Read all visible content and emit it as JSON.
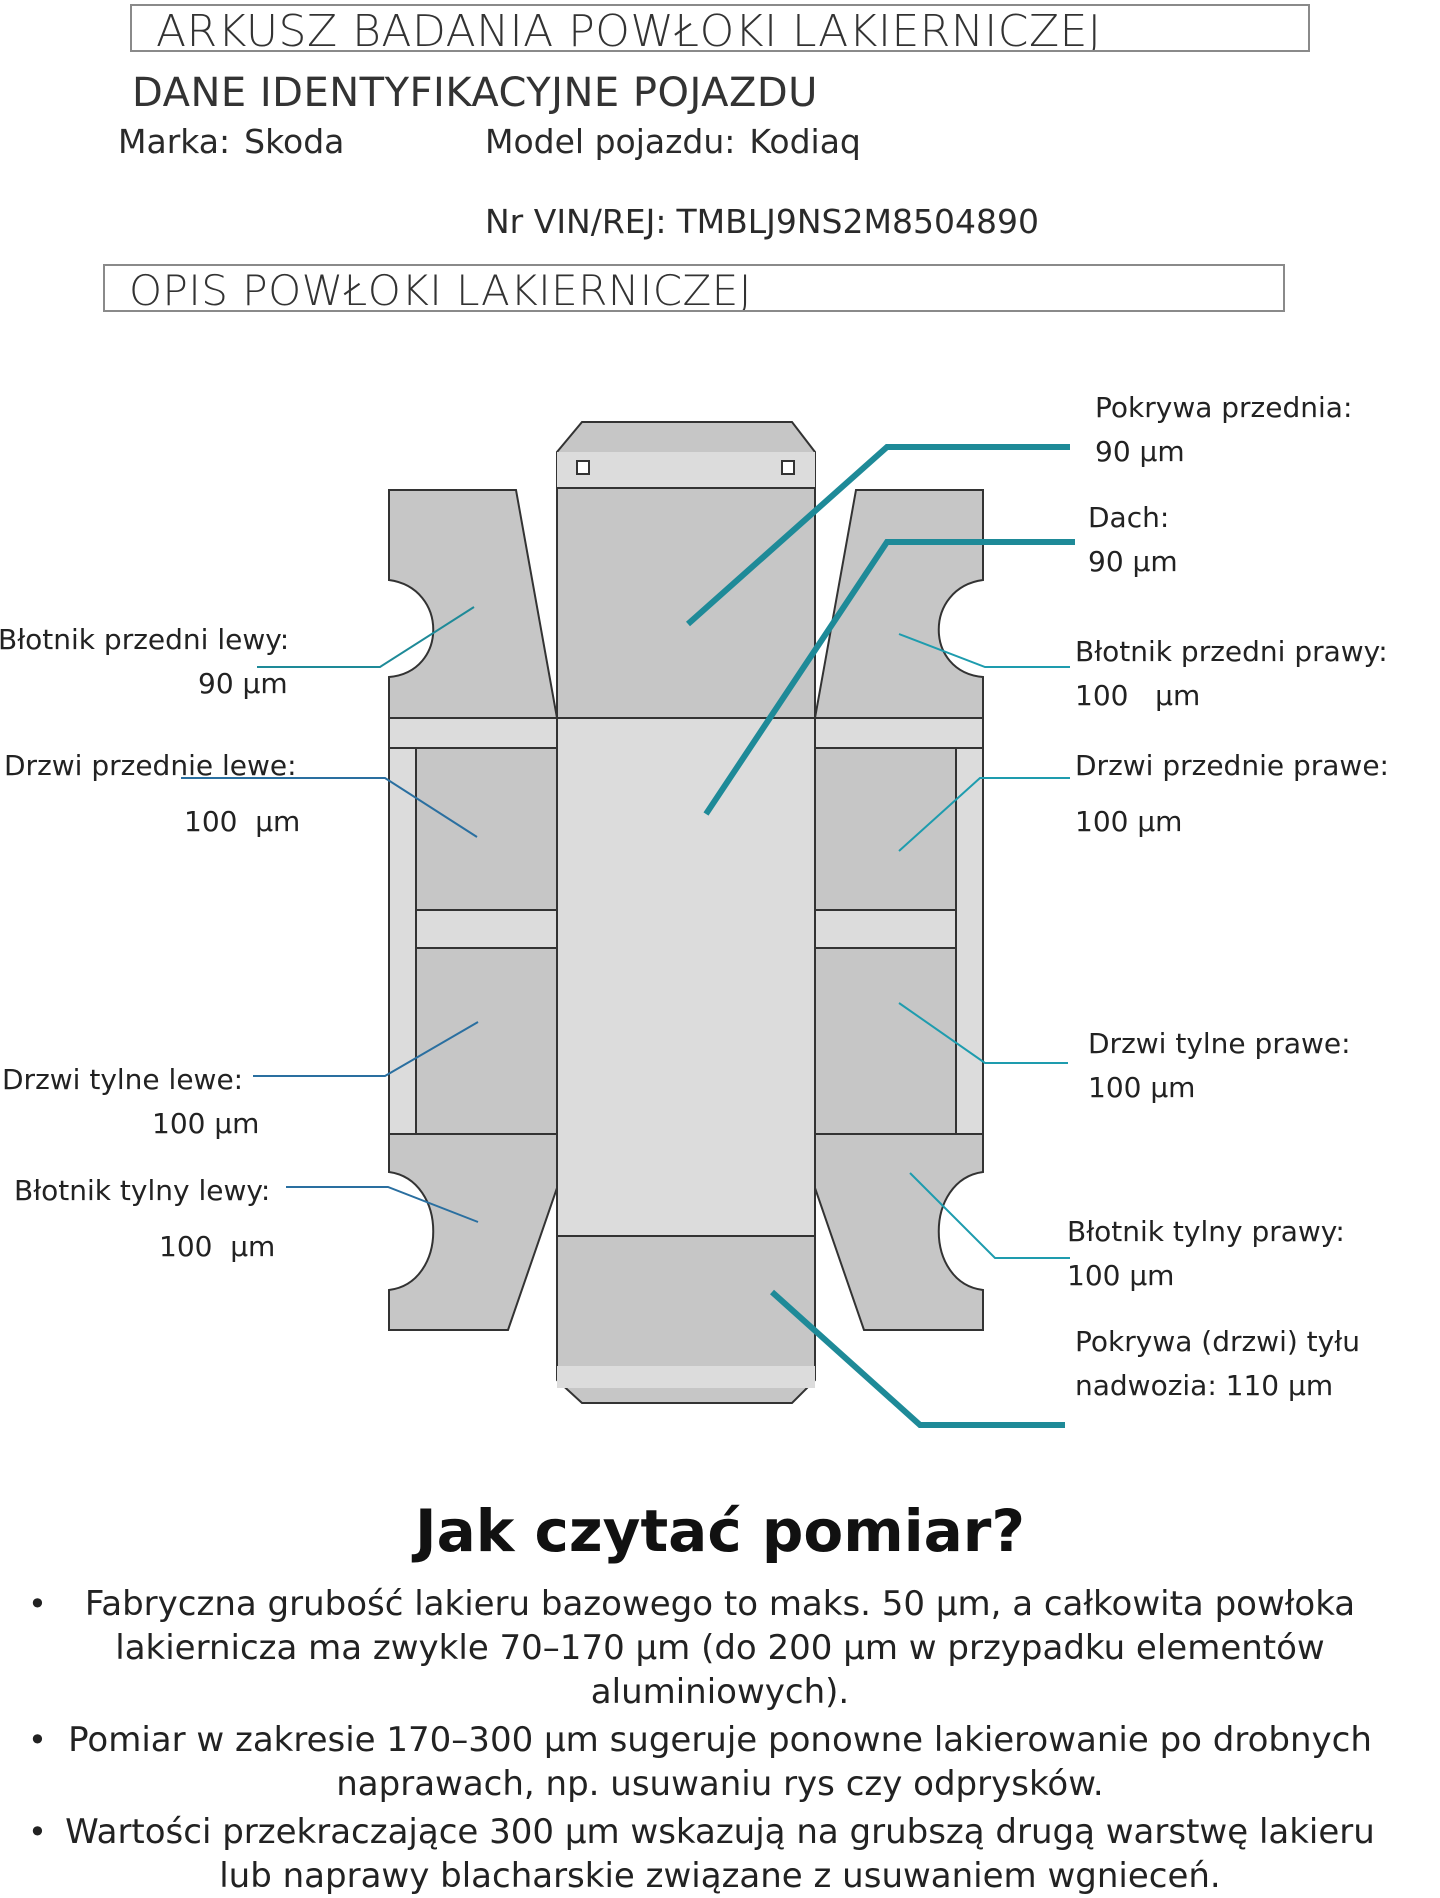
{
  "header": {
    "title": "ARKUSZ BADANIA POWŁOKI LAKIERNICZEJ"
  },
  "vehicle": {
    "section_title": "DANE IDENTYFIKACYJNE POJAZDU",
    "make_label": "Marka:",
    "make_value": "Skoda",
    "model_label": "Model pojazdu:",
    "model_value": "Kodiaq",
    "vin_label": "Nr VIN/REJ:",
    "vin_value": "TMBLJ9NS2M8504890"
  },
  "coating": {
    "section_title": "OPIS POWŁOKI LAKIERNICZEJ",
    "accent_color": "#1e8a98",
    "panel_color": "#c6c6c6",
    "strip_color": "#dcdcdc",
    "parts": [
      {
        "name": "Pokrywa przednia:",
        "value": "90 µm"
      },
      {
        "name": "Dach:",
        "value": "90 µm"
      },
      {
        "name": "Błotnik przedni lewy:",
        "value": "90 µm"
      },
      {
        "name": "Błotnik przedni prawy:",
        "value": "100   µm"
      },
      {
        "name": "Drzwi przednie lewe:",
        "value": "100  µm"
      },
      {
        "name": "Drzwi przednie prawe:",
        "value": "100 µm"
      },
      {
        "name": "Drzwi tylne lewe:",
        "value": "100 µm"
      },
      {
        "name": "Drzwi tylne prawe:",
        "value": "100 µm"
      },
      {
        "name": "Błotnik tylny lewy:",
        "value": "100  µm"
      },
      {
        "name": "Błotnik tylny prawy:",
        "value": "100 µm"
      },
      {
        "name": "Pokrywa (drzwi) tyłu",
        "value": "nadwozia: 110 µm"
      }
    ]
  },
  "guide": {
    "heading": "Jak czytać pomiar?",
    "bullet": "•",
    "notes": [
      "Fabryczna grubość lakieru bazowego to maks. 50 µm, a całkowita powłoka lakiernicza ma zwykle 70–170 µm (do 200 µm w przypadku elementów aluminiowych).",
      "Pomiar w zakresie 170–300 µm sugeruje ponowne lakierowanie po drobnych naprawach, np. usuwaniu rys czy odprysków.",
      "Wartości przekraczające 300 µm wskazują na grubszą drugą warstwę lakieru lub naprawy blacharskie związane z usuwaniem wgnieceń."
    ]
  }
}
